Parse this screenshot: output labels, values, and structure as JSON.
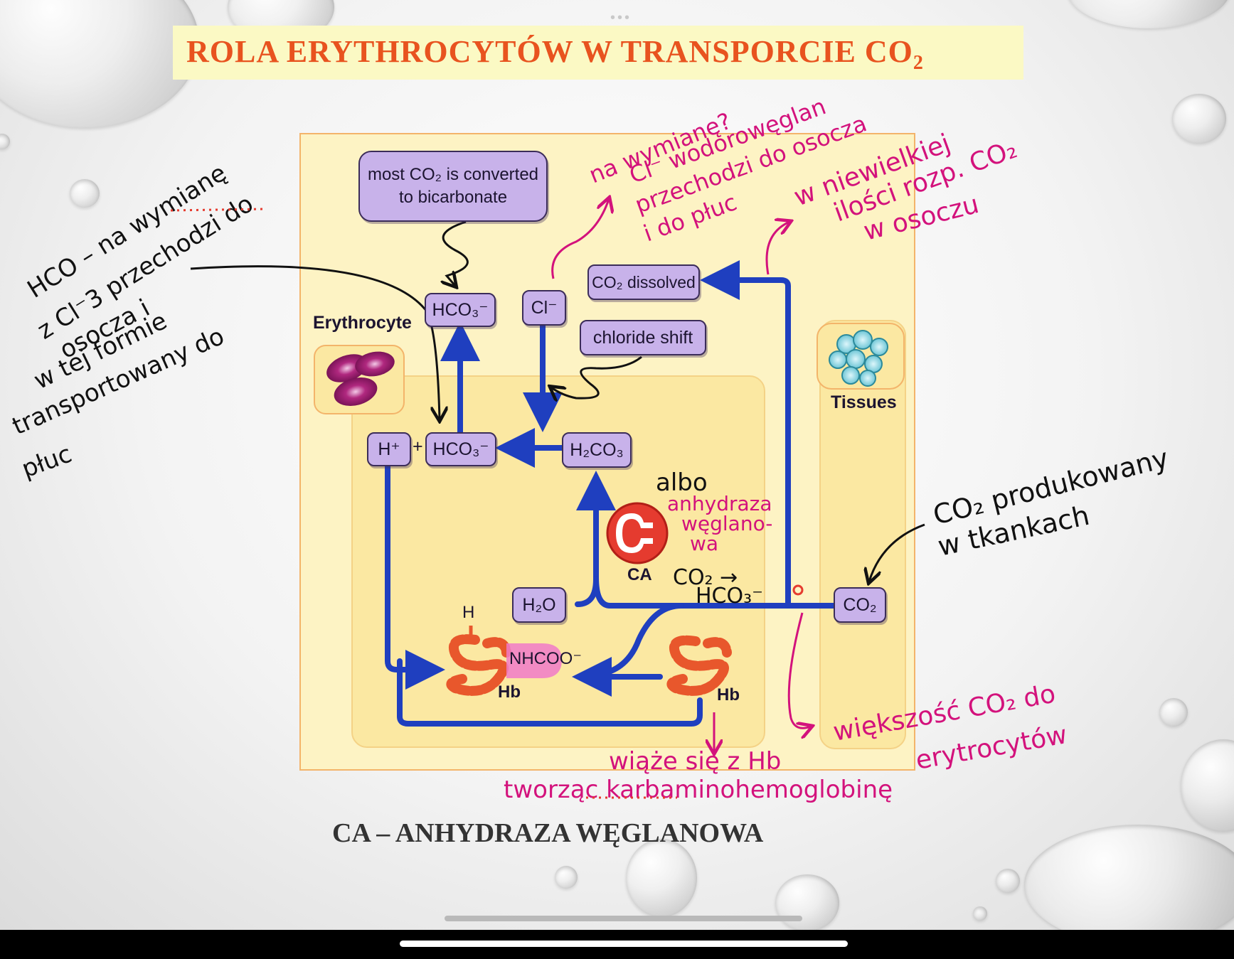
{
  "title": {
    "main": "ROLA  ERYTHROCYTÓW  W  TRANSPORCIE CO",
    "subscript": "2"
  },
  "footer": "CA – ANHYDRAZA WĘGLANOWA",
  "diagram": {
    "note_box": "most CO₂ is converted to bicarbonate",
    "hco3_top": "HCO₃⁻",
    "cl": "Cl⁻",
    "co2_dissolved": "CO₂ dissolved",
    "chloride_shift": "chloride shift",
    "erythrocyte_label": "Erythrocyte",
    "tissues_label": "Tissues",
    "h_plus": "H⁺",
    "plus": "+",
    "hco3_mid": "HCO₃⁻",
    "h2co3": "H₂CO₃",
    "ca_label": "CA",
    "h2o": "H₂O",
    "co2_tissue": "CO₂",
    "h_label": "H",
    "nhcoo": "NHCOO⁻",
    "hb_left": "Hb",
    "hb_right": "Hb"
  },
  "annotations": {
    "left_black": [
      "HCO – na wymianę",
      "z Cl⁻3 przechodzi do",
      "osocza i",
      "w tej formie",
      "transportowany do",
      "płuc"
    ],
    "top_magenta": [
      "na wymianę?",
      "Cl⁻ wodorowęglan",
      "przechodzi do osocza",
      "i do płuc"
    ],
    "right_top_magenta": [
      "w niewielkiej",
      "ilości rozp. CO₂",
      "w osoczu"
    ],
    "mid_black": "albo",
    "mid_magenta": [
      "anhydraza",
      "węglano-",
      "wa"
    ],
    "co2_reaction": [
      "CO₂ →",
      "HCO₃⁻"
    ],
    "right_black": [
      "CO₂ produkowany",
      "w tkankach"
    ],
    "bottom_right_magenta": [
      "większość CO₂ do",
      "erytrocytów"
    ],
    "bottom_magenta": [
      "wiąże się z Hb",
      "tworząc karbaminohemoglobinę"
    ]
  },
  "colors": {
    "title": "#e8531f",
    "arrow": "#1f3fbf",
    "molecule_fill": "#c8b2ea",
    "handwriting_magenta": "#d3127c",
    "hemoglobin": "#e8572c"
  }
}
